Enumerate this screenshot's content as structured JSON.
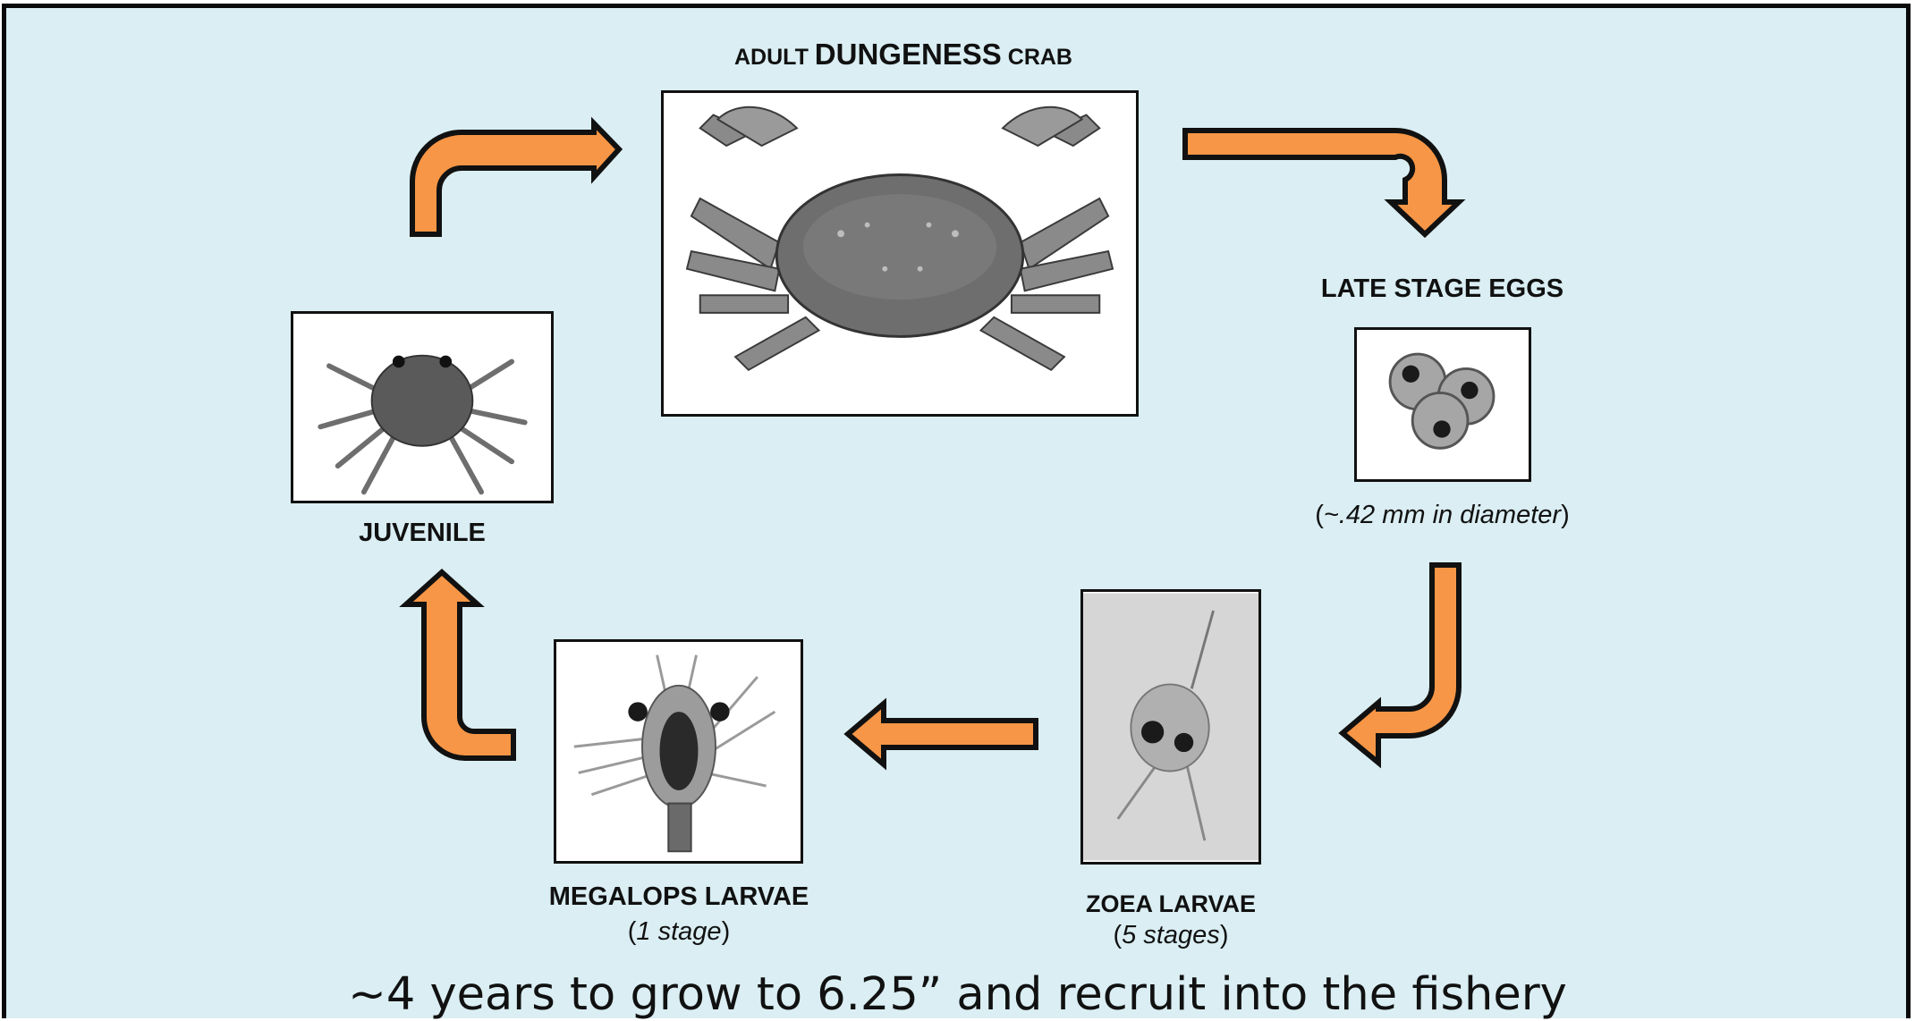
{
  "stages": {
    "adult": {
      "prefix": "ADULT ",
      "main": "DUNGENESS",
      "suffix": " CRAB"
    },
    "eggs": {
      "label": "LATE STAGE EGGS",
      "note_open": "(",
      "note_text": "~.42 mm in diameter",
      "note_close": ")"
    },
    "zoea": {
      "label": "ZOEA LARVAE",
      "note_open": "(",
      "note_text": "5 stages",
      "note_close": ")"
    },
    "megalops": {
      "label": "MEGALOPS LARVAE",
      "note_open": "(",
      "note_text": "1 stage",
      "note_close": ")"
    },
    "juvenile": {
      "label": "JUVENILE"
    }
  },
  "footer": "~4 years to grow to 6.25” and recruit into the fishery",
  "colors": {
    "background": "#daeef3",
    "arrow_fill": "#f79646",
    "outline": "#111111",
    "egg_fill": "#a6a6a6"
  }
}
